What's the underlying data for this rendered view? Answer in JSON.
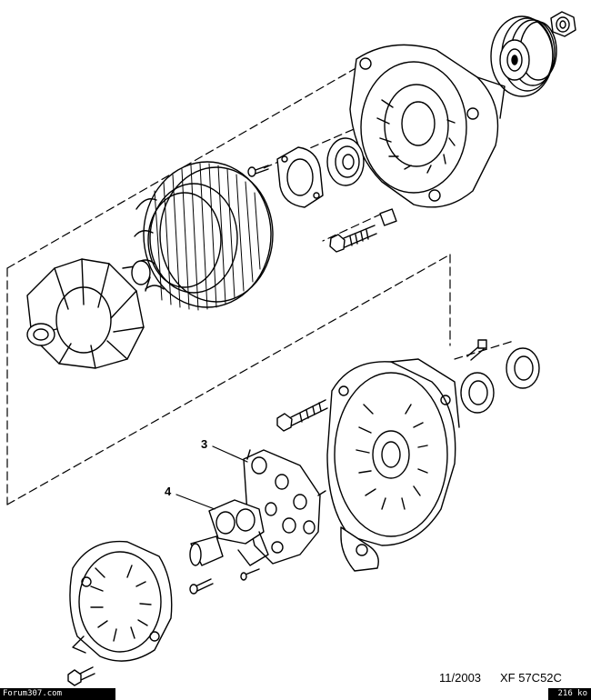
{
  "callouts": {
    "item3": "3",
    "item4": "4"
  },
  "footer": {
    "date": "11/2003",
    "reference": "XF 57C52C"
  },
  "watermark": {
    "site": "Forum307.com",
    "file_size": "216 ko"
  },
  "parts": [
    "pulley-nut",
    "pulley",
    "drive-end-housing",
    "bearing",
    "bearing-retainer",
    "retainer-screw",
    "stator",
    "rotor",
    "through-bolt",
    "slip-ring-end-housing",
    "rear-bearing",
    "rectifier",
    "voltage-regulator",
    "rear-cover"
  ]
}
